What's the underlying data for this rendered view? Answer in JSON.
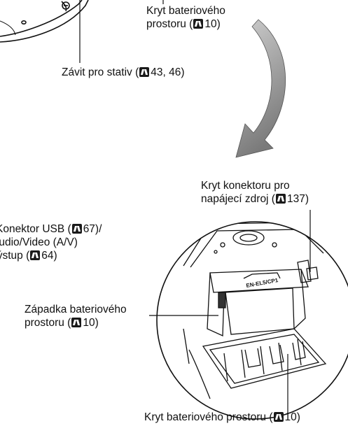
{
  "icons": {
    "page_ref": "book-reference-icon"
  },
  "labels": {
    "battery_cover_top": {
      "line1": "Kryt bateriového",
      "line2_pre": "prostoru (",
      "line2_num": "10)"
    },
    "tripod_socket": {
      "pre": "Závit pro stativ (",
      "num": "43, 46)"
    },
    "power_connector_cover": {
      "line1": "Kryt konektoru pro",
      "line2_pre": "napájecí zdroj (",
      "line2_num": "137)"
    },
    "usb_av_connector": {
      "line1_pre": "Konektor USB (",
      "line1_num": "67)/",
      "line2": "Audio/Video (A/V)",
      "line3_pre": "výstup (",
      "line3_num": "64)"
    },
    "battery_latch": {
      "line1": "Západka bateriového",
      "line2_pre": "prostoru (",
      "line2_num": "10)"
    },
    "battery_cover_bottom": {
      "pre": "Kryt bateriového prostoru (",
      "num": "10)"
    }
  },
  "camera_markings": {
    "battery_label": "EN-EL5/CP1"
  }
}
